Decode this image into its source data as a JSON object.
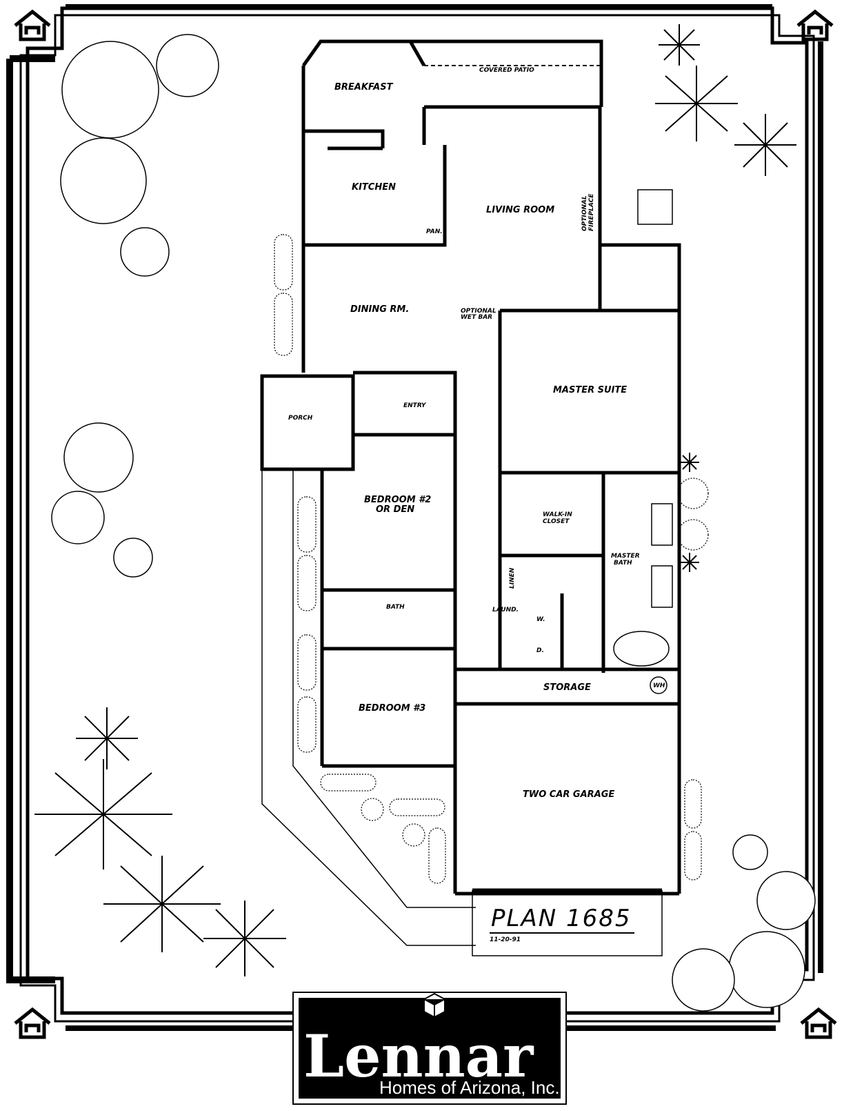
{
  "plan": {
    "title": "PLAN 1685",
    "date": "11-20-91"
  },
  "rooms": {
    "breakfast": "BREAKFAST",
    "covered_patio": "COVERED PATIO",
    "kitchen": "KITCHEN",
    "pantry": "PAN.",
    "living_room": "LIVING ROOM",
    "optional_fireplace_1": "OPTIONAL",
    "optional_fireplace_2": "FIREPLACE",
    "dining": "DINING RM.",
    "optional_wet_bar_1": "OPTIONAL",
    "optional_wet_bar_2": "WET BAR",
    "porch": "PORCH",
    "entry": "ENTRY",
    "master_suite": "MASTER SUITE",
    "bedroom2_1": "BEDROOM #2",
    "bedroom2_2": "OR DEN",
    "walkin_1": "WALK-IN",
    "walkin_2": "CLOSET",
    "master_bath_1": "MASTER",
    "master_bath_2": "BATH",
    "linen": "LINEN",
    "bath": "BATH",
    "laundry": "LAUND.",
    "washer": "W.",
    "dryer": "D.",
    "storage": "STORAGE",
    "water_heater": "WH",
    "bedroom3": "BEDROOM #3",
    "garage": "TWO CAR GARAGE"
  },
  "logo": {
    "name": "Lennar",
    "subtitle": "Homes of Arizona, Inc."
  }
}
